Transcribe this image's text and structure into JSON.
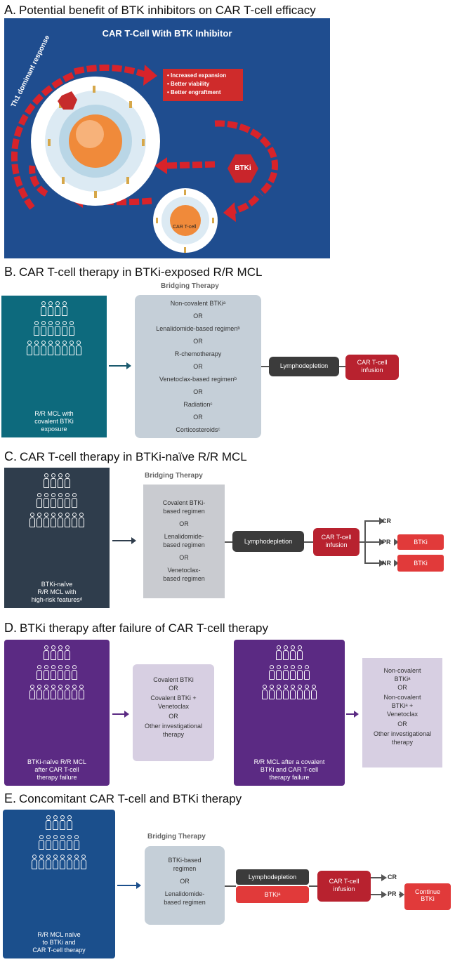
{
  "sections": {
    "a": {
      "letter": "A.",
      "title": "Potential benefit of BTK inhibitors on CAR T-cell efficacy"
    },
    "b": {
      "letter": "B.",
      "title": "CAR T-cell therapy in BTKi-exposed R/R MCL"
    },
    "c": {
      "letter": "C.",
      "title": "CAR T-cell therapy in BTKi-naïve R/R MCL"
    },
    "d": {
      "letter": "D.",
      "title": "BTKi therapy after failure of CAR T-cell therapy"
    },
    "e": {
      "letter": "E.",
      "title": "Concomitant CAR T-cell and BTKi therapy"
    }
  },
  "panel_a": {
    "title": "CAR T-Cell With BTK Inhibitor",
    "arc_label": "Th1 dominant response",
    "benefits": [
      "Increased expansion",
      "Better viability",
      "Better engraftment"
    ],
    "btki_label": "BTKi",
    "small_cell_label": "CAR T-cell"
  },
  "panel_b": {
    "patient_caption": [
      "R/R MCL with",
      "covalent BTKi",
      "exposure"
    ],
    "bridging_head": "Bridging Therapy",
    "bridging_items": [
      "Non-covalent BTKiᵃ",
      "OR",
      "Lenalidomide-based regimenᵇ",
      "OR",
      "R-chemotherapy",
      "OR",
      "Venetoclax-based regimenᵇ",
      "OR",
      "Radiationᶜ",
      "OR",
      "Corticosteroidsᶜ"
    ],
    "lymphodepletion": "Lymphodepletion",
    "infusion": [
      "CAR T-cell",
      "infusion"
    ]
  },
  "panel_c": {
    "patient_caption": [
      "BTKi-naïve",
      "R/R MCL with",
      "high-risk featuresᵈ"
    ],
    "bridging_head": "Bridging Therapy",
    "bridging_items": [
      "Covalent BTKi-",
      "based regimen",
      "OR",
      "Lenalidomide-",
      "based regimen",
      "OR",
      "Venetoclax-",
      "based regimen"
    ],
    "lymphodepletion": "Lymphodepletion",
    "infusion": [
      "CAR T-cell",
      "infusion"
    ],
    "outcomes": [
      "CR",
      "PR",
      "NR"
    ],
    "btki_pr": "BTKi",
    "btki_nr": "BTKi"
  },
  "panel_d": {
    "left_caption": [
      "BTKi-naïve R/R MCL",
      "after CAR T-cell",
      "therapy failure"
    ],
    "left_options": [
      "Covalent BTKi",
      "OR",
      "Covalent BTKi +",
      "Venetoclax",
      "OR",
      "Other investigational",
      "therapy"
    ],
    "right_caption": [
      "R/R MCL after a covalent",
      "BTKi and CAR T-cell",
      "therapy failure"
    ],
    "right_options": [
      "Non-covalent",
      "BTKiᵃ",
      "OR",
      "Non-covalent",
      "BTKiᵃ +",
      "Venetoclax",
      "OR",
      "Other investigational",
      "therapy"
    ]
  },
  "panel_e": {
    "patient_caption": [
      "R/R MCL naïve",
      "to BTKi and",
      "CAR T-cell therapy"
    ],
    "bridging_head": "Bridging Therapy",
    "bridging_items": [
      "BTKi-based",
      "regimen",
      "OR",
      "Lenalidomide-",
      "based regimen"
    ],
    "lymphodepletion": "Lymphodepletion",
    "btki": "BTKiᵃ",
    "infusion": [
      "CAR T-cell",
      "infusion"
    ],
    "outcomes": [
      "CR",
      "PR"
    ],
    "continue": [
      "Continue",
      "BTKi"
    ]
  },
  "colors": {
    "panel_a_bg": "#1f4d8f",
    "panel_b_patient": "#0d6a7d",
    "panel_c_patient": "#2f3d4c",
    "panel_d_patient": "#5b2a83",
    "panel_e_patient": "#1b4f8c",
    "arrow_b": "#1b5a6e",
    "arrow_d": "#5b2a83",
    "arrow_e": "#1b4f8c"
  }
}
